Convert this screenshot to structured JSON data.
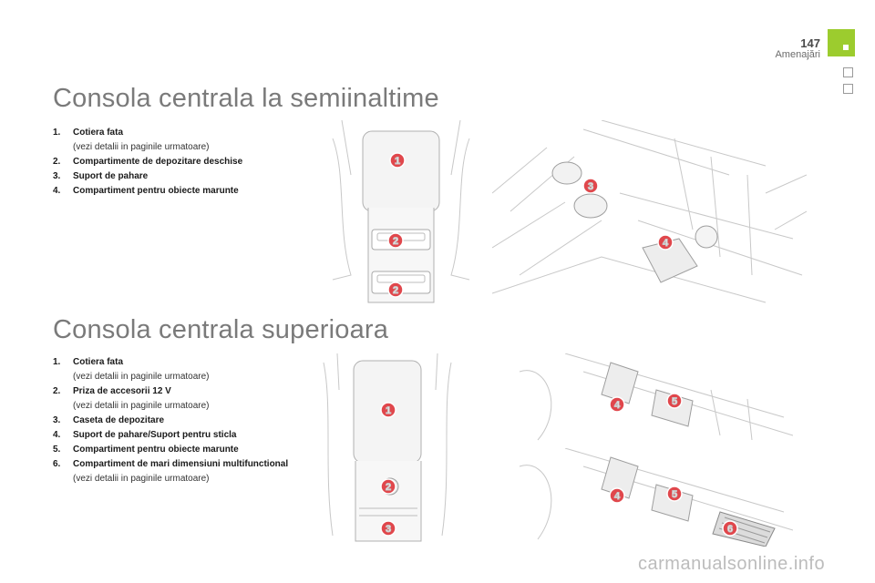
{
  "header": {
    "page_number": "147",
    "chapter": "Amenajări"
  },
  "section1": {
    "title": "Consola centrala la semiinaltime",
    "items": [
      {
        "num": "1.",
        "label": "Cotiera fata",
        "note": "(vezi detalii in paginile urmatoare)"
      },
      {
        "num": "2.",
        "label": "Compartimente de depozitare deschise"
      },
      {
        "num": "3.",
        "label": "Suport de pahare"
      },
      {
        "num": "4.",
        "label": "Compartiment pentru obiecte marunte"
      }
    ],
    "markers": {
      "m1": "1",
      "m2a": "2",
      "m2b": "2",
      "m3": "3",
      "m4": "4"
    }
  },
  "section2": {
    "title": "Consola centrala superioara",
    "items": [
      {
        "num": "1.",
        "label": "Cotiera fata",
        "note": "(vezi detalii in paginile urmatoare)"
      },
      {
        "num": "2.",
        "label": "Priza de accesorii 12 V",
        "note": "(vezi detalii in paginile urmatoare)"
      },
      {
        "num": "3.",
        "label": "Caseta de depozitare"
      },
      {
        "num": "4.",
        "label": "Suport de pahare/Suport pentru sticla"
      },
      {
        "num": "5.",
        "label": "Compartiment pentru obiecte marunte"
      },
      {
        "num": "6.",
        "label": "Compartiment de mari dimensiuni multifunctional",
        "note": "(vezi detalii in paginile urmatoare)"
      }
    ],
    "markers": {
      "m1": "1",
      "m2": "2",
      "m3": "3",
      "m4a": "4",
      "m5a": "5",
      "m4b": "4",
      "m5b": "5",
      "m6": "6"
    }
  },
  "watermark": "carmanualsonline.info",
  "colors": {
    "accent_green": "#9ccc2e",
    "marker_red": "#e0474c",
    "title_gray": "#7a7a7a"
  }
}
